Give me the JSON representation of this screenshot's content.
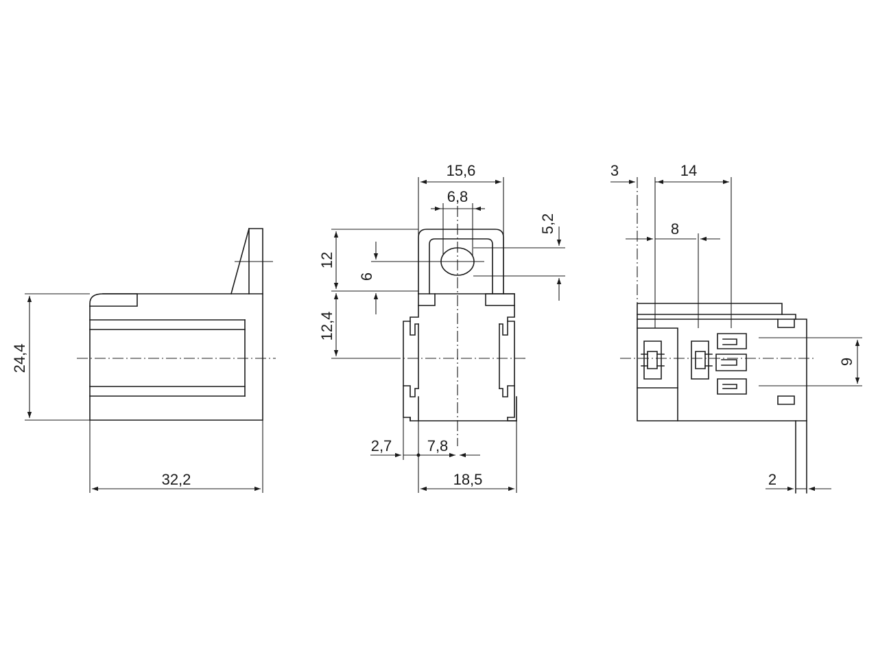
{
  "drawing": {
    "views": [
      "side-view",
      "front-view",
      "rear-view"
    ],
    "dimensions": {
      "side_width": "32,2",
      "side_height": "24,4",
      "tab_width": "15,6",
      "hole_spacing": "6,8",
      "hole_offset": "5,2",
      "tab_height": "12",
      "hole_diameter": "6",
      "center_height": "12,4",
      "slot_offset": "2,7",
      "center_offset": "7,8",
      "base_width": "18,5",
      "rear_offset_3": "3",
      "rear_span_14": "14",
      "rear_span_8": "8",
      "terminal_pitch": "9",
      "rear_flange": "2"
    }
  }
}
